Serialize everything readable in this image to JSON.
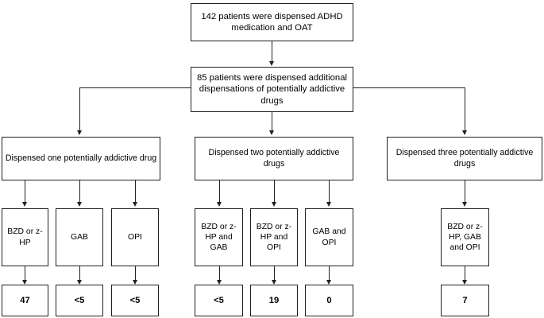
{
  "figure": {
    "type": "flowchart",
    "orientation": "top-down",
    "description": "Patient flow of dispensed potentially addictive drugs among patients dispensed ADHD medication and OAT"
  },
  "nodes": {
    "root": {
      "id": "root",
      "text": "142 patients were dispensed ADHD medication and OAT",
      "count": 142
    },
    "additional": {
      "id": "additional",
      "text": "85 patients were dispensed additional dispensations of potentially addictive drugs",
      "count": 85
    },
    "groups": [
      {
        "id": "one-drug",
        "label": "Dispensed one potentially addictive drug",
        "drugs": [
          {
            "id": "bzd-zhp",
            "label": "BZD or z-HP",
            "value": "47"
          },
          {
            "id": "gab",
            "label": "GAB",
            "value": "<5"
          },
          {
            "id": "opi",
            "label": "OPI",
            "value": "<5"
          }
        ]
      },
      {
        "id": "two-drugs",
        "label": "Dispensed two potentially addictive drugs",
        "drugs": [
          {
            "id": "bzd-zhp-and-gab",
            "label": "BZD or z-HP and GAB",
            "value": "<5"
          },
          {
            "id": "bzd-zhp-and-opi",
            "label": "BZD or z-HP and OPI",
            "value": "19"
          },
          {
            "id": "gab-and-opi",
            "label": "GAB and OPI",
            "value": "0"
          }
        ]
      },
      {
        "id": "three-drugs",
        "label": "Dispensed three potentially addictive drugs",
        "drugs": [
          {
            "id": "bzd-zhp-gab-and-opi",
            "label": "BZD or z-HP, GAB and OPI",
            "value": "7"
          }
        ]
      }
    ]
  },
  "colors": {
    "stroke": "#231f20",
    "background": "#ffffff",
    "text": "#000000"
  }
}
